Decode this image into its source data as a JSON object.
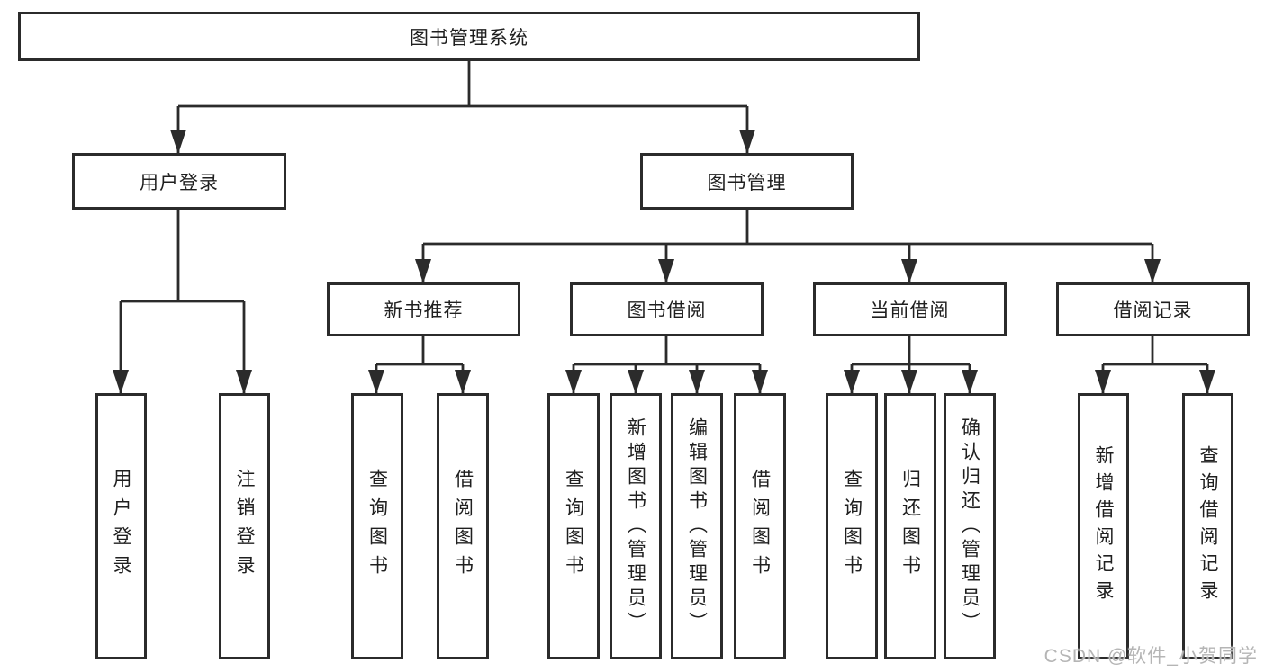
{
  "diagram": {
    "root": {
      "label": "图书管理系统"
    },
    "branches": [
      {
        "label": "用户登录",
        "children": [
          "用户登录",
          "注销登录"
        ]
      },
      {
        "label": "图书管理",
        "children": [
          {
            "label": "新书推荐",
            "children": [
              "查询图书",
              "借阅图书"
            ]
          },
          {
            "label": "图书借阅",
            "children": [
              "查询图书",
              "新增图书（管理员）",
              "编辑图书（管理员）",
              "借阅图书"
            ]
          },
          {
            "label": "当前借阅",
            "children": [
              "查询图书",
              "归还图书",
              "确认归还（管理员）"
            ]
          },
          {
            "label": "借阅记录",
            "children": [
              "新增借阅记录",
              "查询借阅记录"
            ]
          }
        ]
      }
    ],
    "colors": {
      "line": "#2b2b2b",
      "box_background": "#ffffff",
      "text": "#1f1f1f",
      "watermark": "#b5b5b5"
    },
    "watermark": "CSDN @软件_小贺同学"
  }
}
